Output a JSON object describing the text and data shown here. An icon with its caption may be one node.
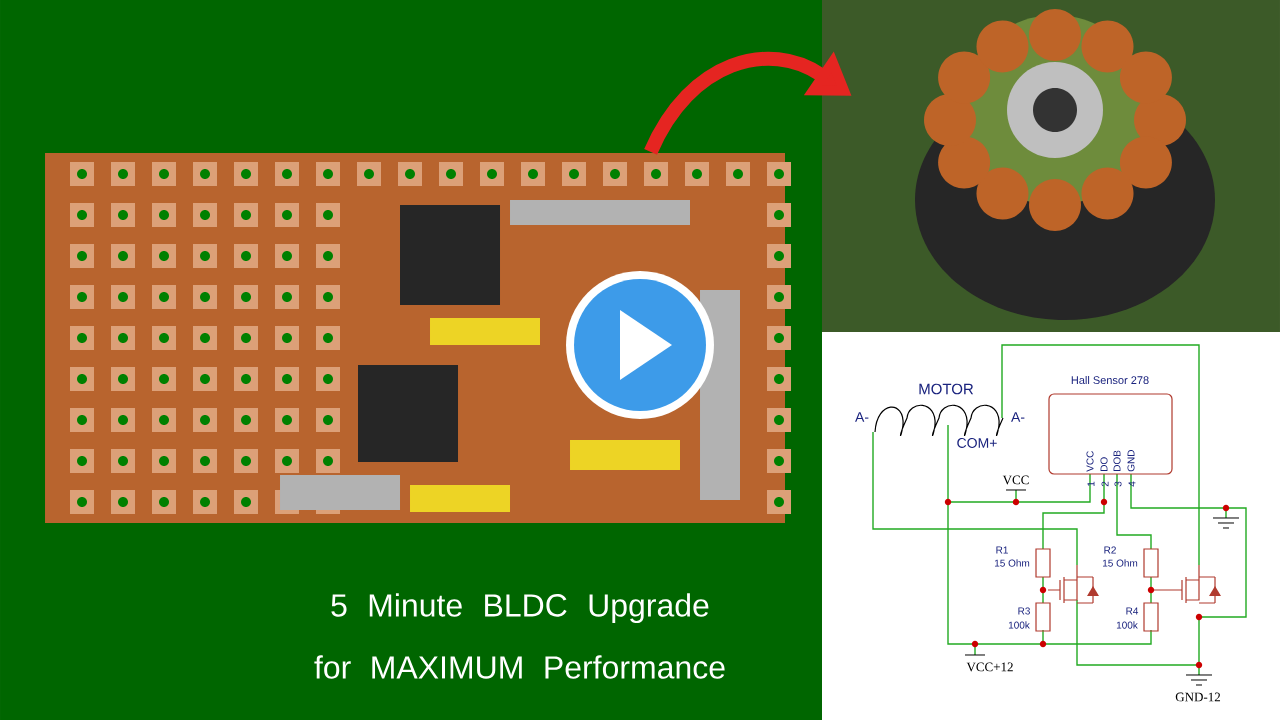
{
  "diagram": {
    "title": "5 Minute BLDC Upgrade for MAXIMUM Performance",
    "nodes": [
      {
        "text": [],
        "shape": "picture"
      },
      {
        "text": [],
        "shape": "picture"
      },
      {
        "text": [
          "Hall Sensor 278",
          "VCC",
          "DO",
          "DOB",
          "GND"
        ],
        "beside": [
          "1",
          "2",
          "3",
          "4"
        ]
      }
    ],
    "edges": [
      {
        "from": 0,
        "to": 1,
        "arrow": "to",
        "color": "#e52521"
      }
    ],
    "labels": [
      "MOTOR",
      "A-",
      "A-",
      "COM+",
      "VCC",
      "R1",
      "15 Ohm",
      "R2",
      "15 Ohm",
      "R3",
      "100k",
      "R4",
      "100k",
      "VCC+12",
      "GND-12"
    ]
  }
}
